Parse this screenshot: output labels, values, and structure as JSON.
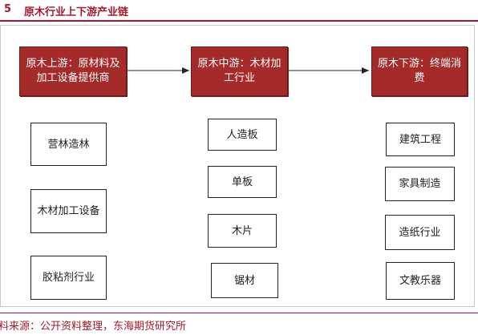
{
  "title": {
    "number": "5",
    "text": "原木行业上下游产业链"
  },
  "stages": [
    {
      "label": "原木上游：原材料及加工设备提供商"
    },
    {
      "label": "原木中游：木材加工行业"
    },
    {
      "label": "原木下游：终端消费"
    }
  ],
  "upstream_items": [
    "营林造林",
    "木材加工设备",
    "胶粘剂行业"
  ],
  "midstream_items": [
    "人造板",
    "单板",
    "木片",
    "锯材"
  ],
  "downstream_items": [
    "建筑工程",
    "家具制造",
    "造纸行业",
    "文教乐器"
  ],
  "source": "料来源：公开资料整理，东海期货研究所",
  "colors": {
    "accent": "#a6192e",
    "stage_fill": "#a52b2b"
  }
}
